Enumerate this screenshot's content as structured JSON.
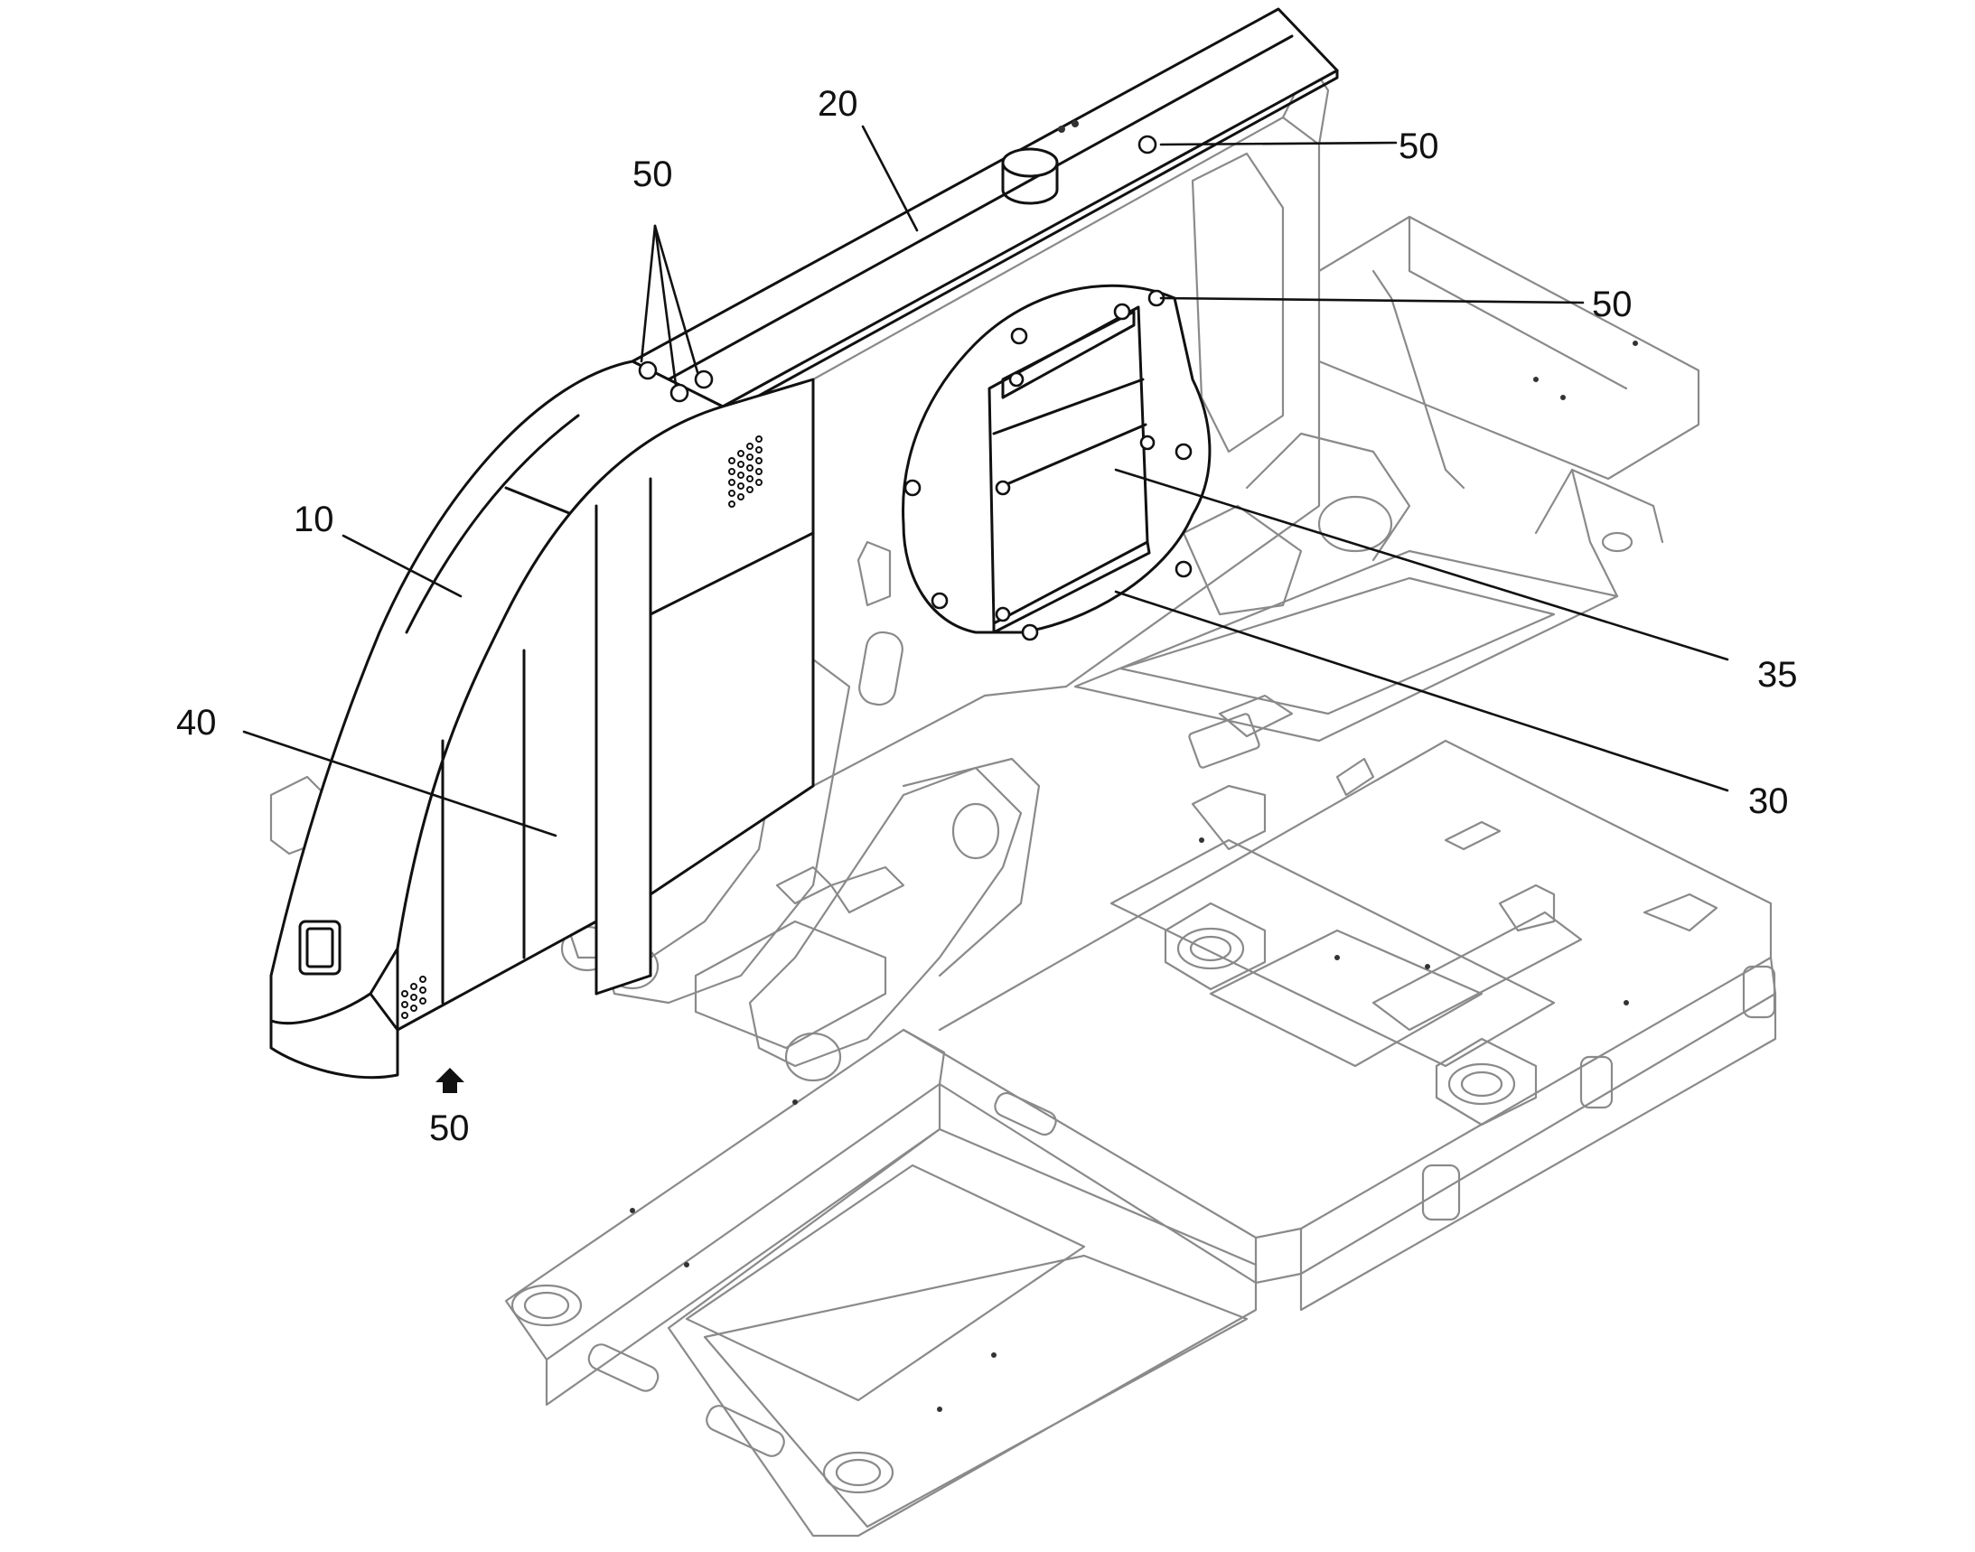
{
  "callouts": [
    {
      "id": "c10",
      "text": "10"
    },
    {
      "id": "c20",
      "text": "20"
    },
    {
      "id": "c30",
      "text": "30"
    },
    {
      "id": "c35",
      "text": "35"
    },
    {
      "id": "c40",
      "text": "40"
    },
    {
      "id": "c50a",
      "text": "50"
    },
    {
      "id": "c50b",
      "text": "50"
    },
    {
      "id": "c50c",
      "text": "50"
    },
    {
      "id": "c50d",
      "text": "50"
    }
  ],
  "colors": {
    "frame_outline": "#8a8a8a",
    "part_outline": "#111111",
    "background": "#ffffff"
  },
  "icons": [
    "arrow-up-icon",
    "bolt-icon"
  ]
}
